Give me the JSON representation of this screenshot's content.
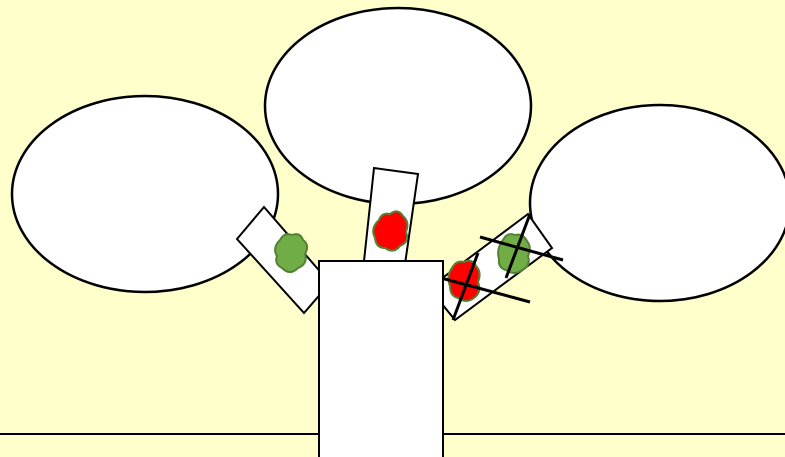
{
  "colors": {
    "background": "#ffffcc",
    "outline": "#000000",
    "shape_fill": "#ffffff",
    "green_blob": "#70ad47",
    "green_blob_edge": "#548235",
    "red_blob": "#ff0000",
    "red_blob_edge": "#548235"
  },
  "diagram": {
    "bubbles": [
      "left",
      "center",
      "right"
    ],
    "branches": [
      {
        "id": "left",
        "blobs": [
          "green"
        ],
        "crossed": false
      },
      {
        "id": "center",
        "blobs": [
          "red"
        ],
        "crossed": false
      },
      {
        "id": "right",
        "blobs": [
          "red",
          "green"
        ],
        "crossed": true
      }
    ]
  }
}
